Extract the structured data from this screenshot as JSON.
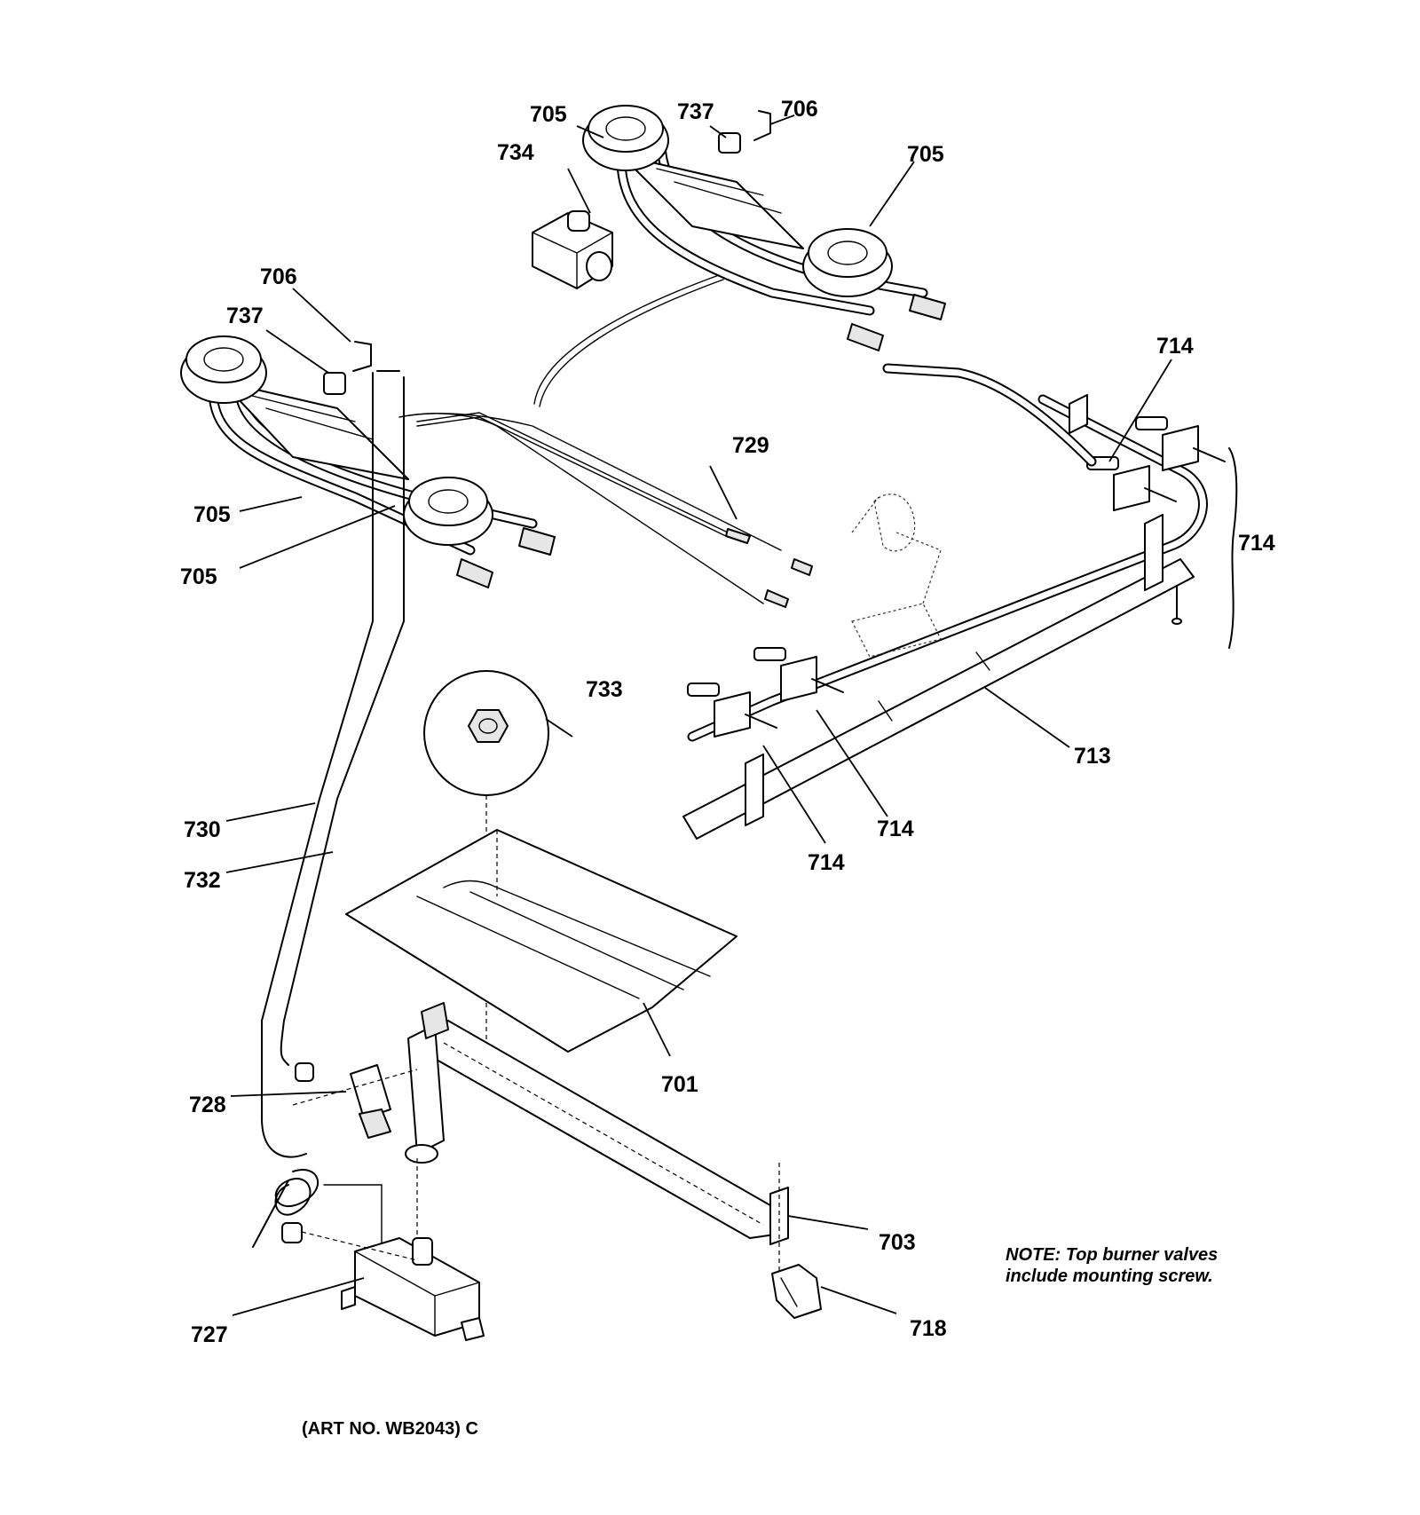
{
  "callouts": [
    {
      "id": "701",
      "text": "701"
    },
    {
      "id": "703",
      "text": "703"
    },
    {
      "id": "705a",
      "text": "705"
    },
    {
      "id": "705b",
      "text": "705"
    },
    {
      "id": "705c",
      "text": "705"
    },
    {
      "id": "705d",
      "text": "705"
    },
    {
      "id": "706a",
      "text": "706"
    },
    {
      "id": "706b",
      "text": "706"
    },
    {
      "id": "713",
      "text": "713"
    },
    {
      "id": "714a",
      "text": "714"
    },
    {
      "id": "714b",
      "text": "714"
    },
    {
      "id": "714c",
      "text": "714"
    },
    {
      "id": "714d",
      "text": "714"
    },
    {
      "id": "718",
      "text": "718"
    },
    {
      "id": "727",
      "text": "727"
    },
    {
      "id": "728",
      "text": "728"
    },
    {
      "id": "729",
      "text": "729"
    },
    {
      "id": "730",
      "text": "730"
    },
    {
      "id": "732",
      "text": "732"
    },
    {
      "id": "733",
      "text": "733"
    },
    {
      "id": "734",
      "text": "734"
    },
    {
      "id": "737a",
      "text": "737"
    },
    {
      "id": "737b",
      "text": "737"
    }
  ],
  "note": {
    "line1": "NOTE: Top burner valves",
    "line2": "include mounting screw."
  },
  "art_number": "(ART NO. WB2043) C"
}
